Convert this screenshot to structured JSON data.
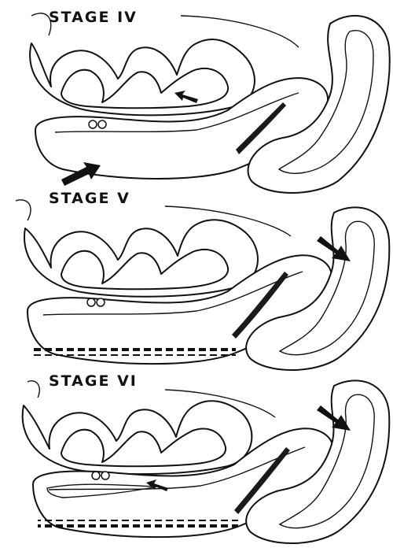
{
  "stages": [
    {
      "label": "STAGE IV"
    },
    {
      "label": "STAGE V"
    },
    {
      "label": "STAGE VI"
    }
  ]
}
